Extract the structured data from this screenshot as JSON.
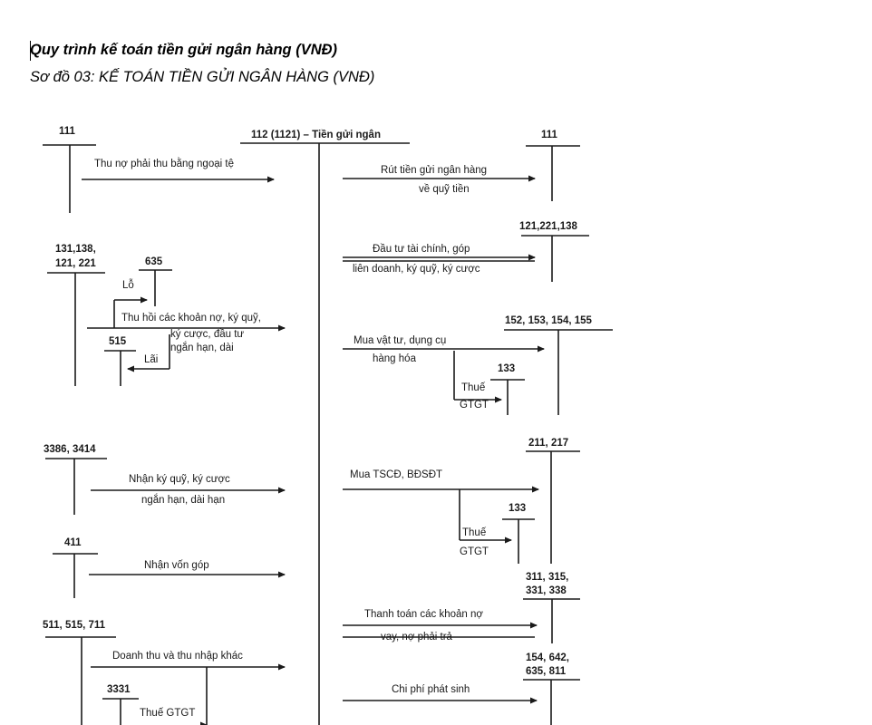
{
  "heading": {
    "title": "Quy trình kế toán tiền gửi ngân hàng (VNĐ)",
    "subtitle": "Sơ đồ 03: KẾ TOÁN TIỀN GỬI NGÂN HÀNG (VNĐ)"
  },
  "accounts": {
    "center": "112 (1121) – Tiền gửi ngân",
    "l_111": "111",
    "l_131_a": "131,138,",
    "l_131_b": "121, 221",
    "l_635": "635",
    "l_515": "515",
    "l_3386": "3386, 3414",
    "l_411": "411",
    "l_511": "511, 515, 711",
    "l_3331": "3331",
    "r_111": "111",
    "r_121": "121,221,138",
    "r_152": "152, 153, 154, 155",
    "r_133a": "133",
    "r_211": "211, 217",
    "r_133b": "133",
    "r_311_a": "311, 315,",
    "r_311_b": "331, 338",
    "r_154_a": "154, 642,",
    "r_154_b": "635, 811"
  },
  "labels": {
    "thu_no": "Thu nợ phải thu bằng ngoại tệ",
    "lo": "Lỗ",
    "thu_hoi_1": "Thu hồi các khoản nợ, ký quỹ,",
    "thu_hoi_2": "ký cược, đầu tư",
    "thu_hoi_3": "ngắn hạn, dài",
    "lai": "Lãi",
    "nhan_ky_quy_1": "Nhận ký quỹ, ký cược",
    "nhan_ky_quy_2": "ngắn hạn, dài hạn",
    "nhan_von": "Nhận vốn góp",
    "doanh_thu": "Doanh thu và thu nhập khác",
    "thue_gtgt_left": "Thuế GTGT",
    "rut_tien_1": "Rút tiền gửi ngân hàng",
    "rut_tien_2": "về quỹ tiền",
    "dau_tu_1": "Đầu tư tài chính, góp",
    "dau_tu_2": "liên doanh, ký quỹ, ký cược",
    "mua_vat_tu_1": "Mua vật tư, dụng cụ",
    "mua_vat_tu_2": "hàng hóa",
    "thue_1": "Thuế",
    "gtgt_1": "GTGT",
    "mua_tscd": "Mua TSCĐ, BĐSĐT",
    "thue_2": "Thuế",
    "gtgt_2": "GTGT",
    "thanh_toan_1": "Thanh toán các khoản nợ",
    "thanh_toan_2": "vay, nợ phải trả",
    "chi_phi": "Chi phí phát sinh"
  }
}
